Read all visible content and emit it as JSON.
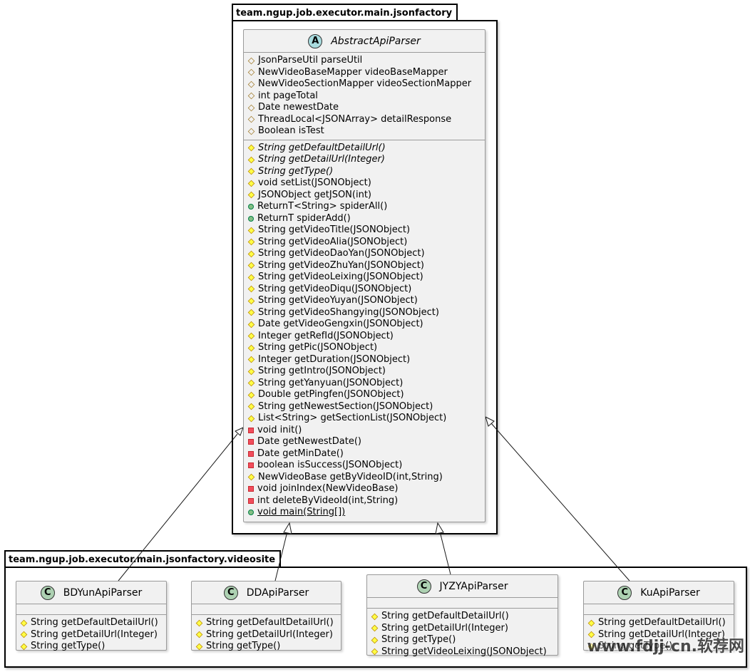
{
  "packages": {
    "main": {
      "name": "team.ngup.job.executor.main.jsonfactory"
    },
    "videosite": {
      "name": "team.ngup.job.executor.main.jsonfactory.videosite"
    }
  },
  "abstract_class": {
    "badge": "A",
    "name": "AbstractApiParser",
    "fields": [
      "JsonParseUtil parseUtil",
      "NewVideoBaseMapper videoBaseMapper",
      "NewVideoSectionMapper videoSectionMapper",
      "int pageTotal",
      "Date newestDate",
      "ThreadLocal<JSONArray> detailResponse",
      "Boolean isTest"
    ],
    "methods": [
      {
        "vis": "protected",
        "text": "String getDefaultDetailUrl()",
        "style": "italic"
      },
      {
        "vis": "protected",
        "text": "String getDetailUrl(Integer)",
        "style": "italic"
      },
      {
        "vis": "protected",
        "text": "String getType()",
        "style": "italic"
      },
      {
        "vis": "protected",
        "text": "void setList(JSONObject)"
      },
      {
        "vis": "protected",
        "text": "JSONObject getJSON(int)"
      },
      {
        "vis": "public",
        "text": "ReturnT<String> spiderAll()"
      },
      {
        "vis": "public",
        "text": "ReturnT spiderAdd()"
      },
      {
        "vis": "protected",
        "text": "String getVideoTitle(JSONObject)"
      },
      {
        "vis": "protected",
        "text": "String getVideoAlia(JSONObject)"
      },
      {
        "vis": "protected",
        "text": "String getVideoDaoYan(JSONObject)"
      },
      {
        "vis": "protected",
        "text": "String getVideoZhuYan(JSONObject)"
      },
      {
        "vis": "protected",
        "text": "String getVideoLeixing(JSONObject)"
      },
      {
        "vis": "protected",
        "text": "String getVideoDiqu(JSONObject)"
      },
      {
        "vis": "protected",
        "text": "String getVideoYuyan(JSONObject)"
      },
      {
        "vis": "protected",
        "text": "String getVideoShangying(JSONObject)"
      },
      {
        "vis": "protected",
        "text": "Date getVideoGengxin(JSONObject)"
      },
      {
        "vis": "protected",
        "text": "Integer getRefId(JSONObject)"
      },
      {
        "vis": "protected",
        "text": "String getPic(JSONObject)"
      },
      {
        "vis": "protected",
        "text": "Integer getDuration(JSONObject)"
      },
      {
        "vis": "protected",
        "text": "String getIntro(JSONObject)"
      },
      {
        "vis": "protected",
        "text": "String getYanyuan(JSONObject)"
      },
      {
        "vis": "protected",
        "text": "Double getPingfen(JSONObject)"
      },
      {
        "vis": "protected",
        "text": "String getNewestSection(JSONObject)"
      },
      {
        "vis": "protected",
        "text": "List<String> getSectionList(JSONObject)"
      },
      {
        "vis": "private",
        "text": "void init()"
      },
      {
        "vis": "private",
        "text": "Date getNewestDate()"
      },
      {
        "vis": "private",
        "text": "Date getMinDate()"
      },
      {
        "vis": "private",
        "text": "boolean isSuccess(JSONObject)"
      },
      {
        "vis": "protected",
        "text": "NewVideoBase getByVideoID(int,String)"
      },
      {
        "vis": "private",
        "text": "void joinIndex(NewVideoBase)"
      },
      {
        "vis": "private",
        "text": "int deleteByVideoId(int,String)"
      },
      {
        "vis": "public",
        "text": "void main(String[])",
        "style": "underline"
      }
    ]
  },
  "subclasses": [
    {
      "badge": "C",
      "name": "BDYunApiParser",
      "methods": [
        "String getDefaultDetailUrl()",
        "String getDetailUrl(Integer)",
        "String getType()"
      ]
    },
    {
      "badge": "C",
      "name": "DDApiParser",
      "methods": [
        "String getDefaultDetailUrl()",
        "String getDetailUrl(Integer)",
        "String getType()"
      ]
    },
    {
      "badge": "C",
      "name": "JYZYApiParser",
      "methods": [
        "String getDefaultDetailUrl()",
        "String getDetailUrl(Integer)",
        "String getType()",
        "String getVideoLeixing(JSONObject)"
      ]
    },
    {
      "badge": "C",
      "name": "KuApiParser",
      "methods": [
        "String getDefaultDetailUrl()",
        "String getDetailUrl(Integer)",
        "String getType()"
      ]
    }
  ],
  "watermark": "www.fdjj-cn.软荐网"
}
